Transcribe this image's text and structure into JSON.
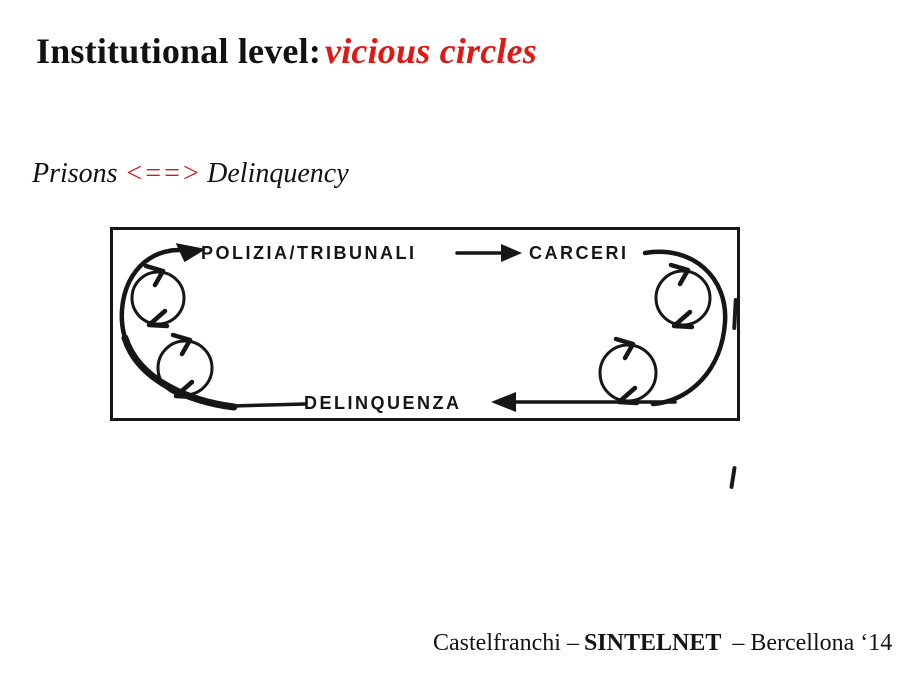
{
  "slide": {
    "title": {
      "prefix": "Institutional level:",
      "emphasis": "vicious circles"
    },
    "subtitle": {
      "left": "Prisons",
      "relation": "<==>",
      "right": "Delinquency"
    },
    "diagram": {
      "top_left_node": "POLIZIA/TRIBUNALI",
      "top_right_node": "CARCERI",
      "bottom_node": "DELINQUENZA"
    },
    "footer": {
      "part1": "Castelfranchi –",
      "part2": "SINTELNET",
      "part3": "– Bercellona ‘14"
    },
    "colors": {
      "title_red": "#e01713",
      "relation_red": "#c42020",
      "ink": "#161616",
      "background": "#ffffff"
    }
  }
}
